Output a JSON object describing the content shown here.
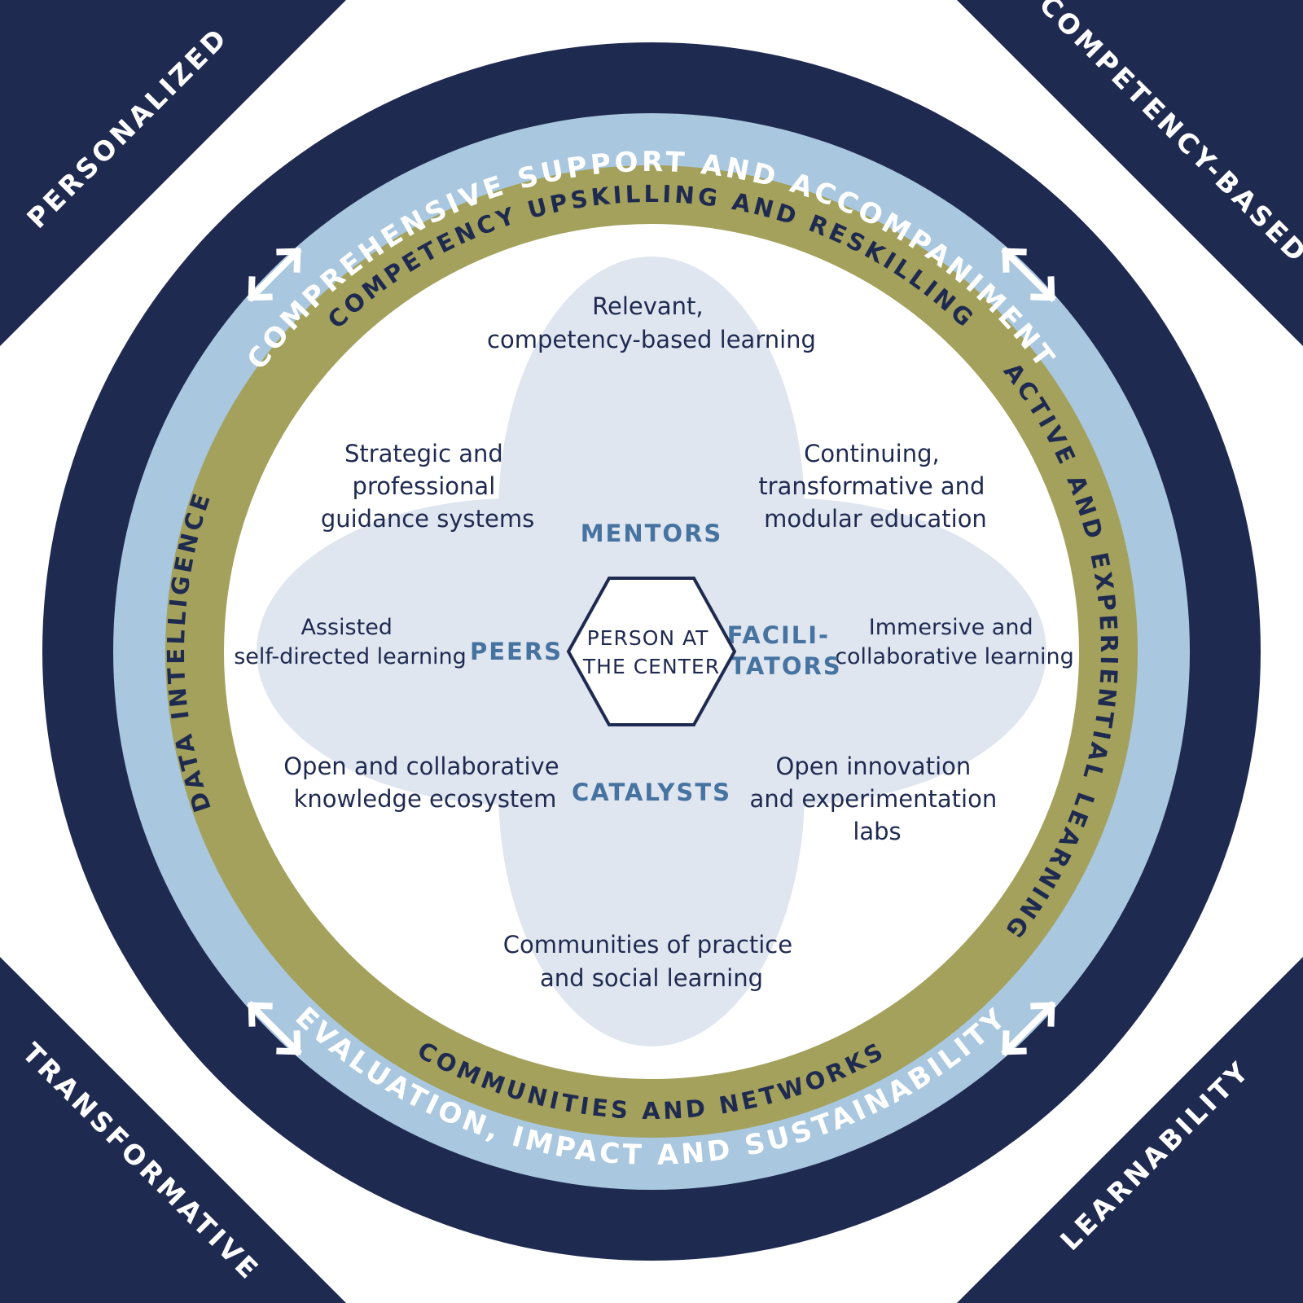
{
  "colors": {
    "navy": "#1f2a50",
    "light_blue": "#a9c7df",
    "olive": "#a3a15b",
    "petal": "#dfe6f0",
    "role_blue": "#4673a0",
    "white": "#ffffff"
  },
  "corners": {
    "top_left": "PERSONALIZED",
    "top_right": "COMPETENCY-BASED",
    "bottom_left": "TRANSFORMATIVE",
    "bottom_right": "LEARNABILITY"
  },
  "outer_ring": {
    "top": "COMPREHENSIVE SUPPORT AND ACCOMPANIMENT",
    "bottom": "EVALUATION, IMPACT AND SUSTAINABILITY"
  },
  "olive_ring": {
    "top": "COMPETENCY UPSKILLING AND RESKILLING",
    "right": "ACTIVE AND EXPERIENTIAL LEARNING",
    "bottom": "COMMUNITIES AND NETWORKS",
    "left": "DATA INTELLIGENCE"
  },
  "center": {
    "line1": "PERSON AT",
    "line2": "THE CENTER"
  },
  "roles": {
    "top": "MENTORS",
    "left": "PEERS",
    "right_line1": "FACILI-",
    "right_line2": "TATORS",
    "bottom": "CATALYSTS"
  },
  "items": {
    "top": [
      "Relevant,",
      "competency-based learning"
    ],
    "top_left": [
      "Strategic and",
      "professional",
      "guidance systems"
    ],
    "top_right": [
      "Continuing,",
      "transformative and",
      "modular education"
    ],
    "left": [
      "Assisted",
      "self-directed learning"
    ],
    "right": [
      "Immersive and",
      "collaborative learning"
    ],
    "bottom_left": [
      "Open and collaborative",
      "knowledge ecosystem"
    ],
    "bottom_right": [
      "Open innovation",
      "and experimentation",
      "labs"
    ],
    "bottom": [
      "Communities of practice",
      "and social learning"
    ]
  }
}
